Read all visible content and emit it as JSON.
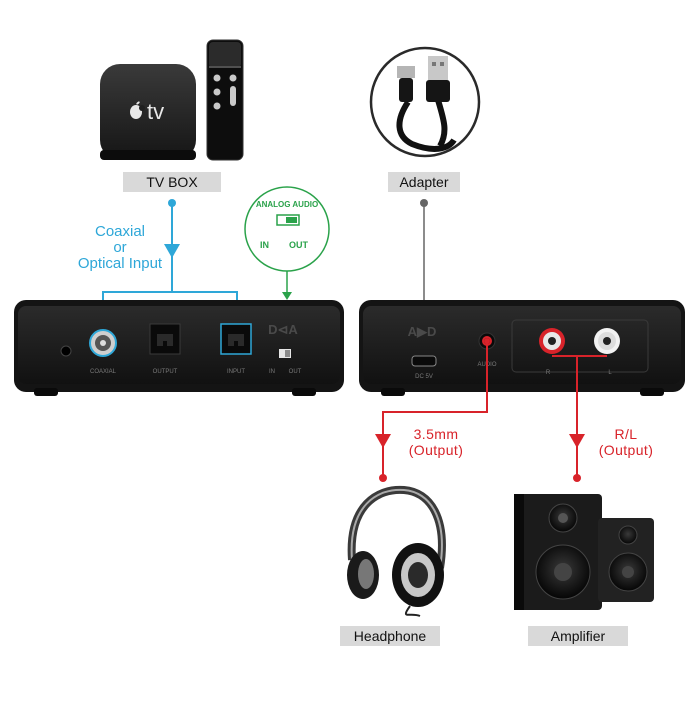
{
  "labels": {
    "tv_box": "TV BOX",
    "adapter": "Adapter",
    "headphone": "Headphone",
    "amplifier": "Amplifier",
    "input_line1": "Coaxial",
    "input_line2": "or",
    "input_line3": "Optical Input",
    "analog_audio": "ANALOG AUDIO",
    "analog_in": "IN",
    "analog_out": "OUT",
    "out35_line1": "3.5mm",
    "out35_line2": "(Output)",
    "rl_line1": "R/L",
    "rl_line2": "(Output)"
  },
  "devices": {
    "tv_logo": "tv",
    "dca_logo": "D⊲A",
    "adc_logo": "A▶D"
  },
  "ports": {
    "coaxial": "COAXIAL",
    "output": "OUTPUT",
    "input": "INPUT",
    "in": "IN",
    "out": "OUT",
    "dc5v": "DC 5V",
    "audio": "AUDIO",
    "r": "R",
    "l": "L"
  },
  "colors": {
    "blue": "#2ea7d8",
    "green": "#2aa24a",
    "red": "#d8232a",
    "device": "#1c1c1c"
  },
  "icons": [
    "apple-logo-icon",
    "micro-usb-icon",
    "usb-a-icon"
  ]
}
